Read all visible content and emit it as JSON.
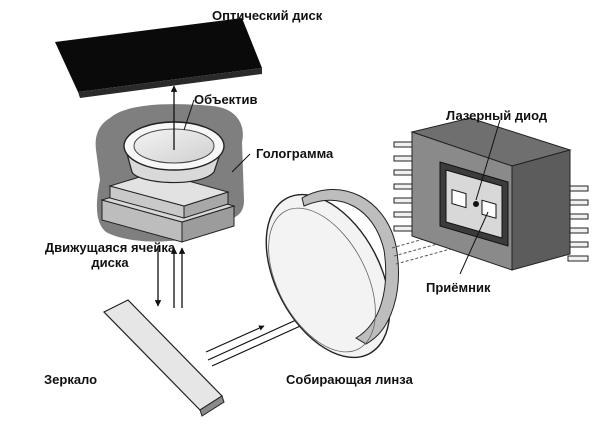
{
  "labels": {
    "optical_disc": "Оптический диск",
    "objective": "Объектив",
    "hologram": "Голограмма",
    "moving_cell_line1": "Движущаяся ячейка",
    "moving_cell_line2": "диска",
    "laser_diode": "Лазерный диод",
    "receiver": "Приёмник",
    "mirror": "Зеркало",
    "collecting_lens": "Собирающая линза"
  }
}
